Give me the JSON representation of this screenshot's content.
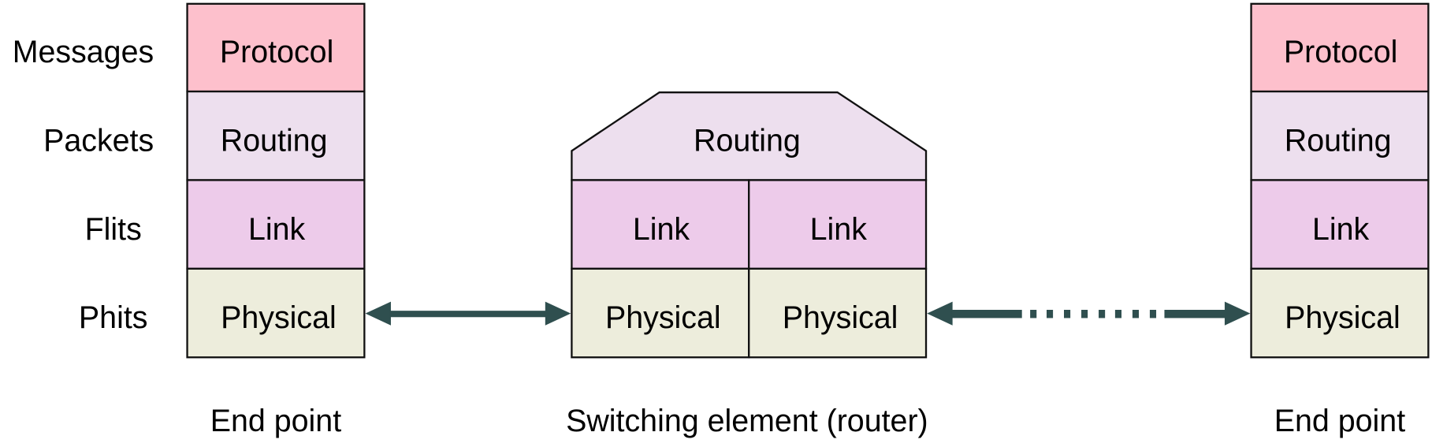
{
  "row_labels": {
    "messages": "Messages",
    "packets": "Packets",
    "flits": "Flits",
    "phits": "Phits"
  },
  "left_endpoint": {
    "protocol": "Protocol",
    "routing": "Routing",
    "link": "Link",
    "physical": "Physical",
    "caption": "End point"
  },
  "router": {
    "routing": "Routing",
    "link_left": "Link",
    "link_right": "Link",
    "physical_left": "Physical",
    "physical_right": "Physical",
    "caption": "Switching element (router)"
  },
  "right_endpoint": {
    "protocol": "Protocol",
    "routing": "Routing",
    "link": "Link",
    "physical": "Physical",
    "caption": "End point"
  },
  "colors": {
    "protocol": "#fdc0cc",
    "routing": "#eddfee",
    "link": "#edcbea",
    "physical": "#ededdc",
    "arrow": "#2f4f4f",
    "border": "#111111"
  }
}
